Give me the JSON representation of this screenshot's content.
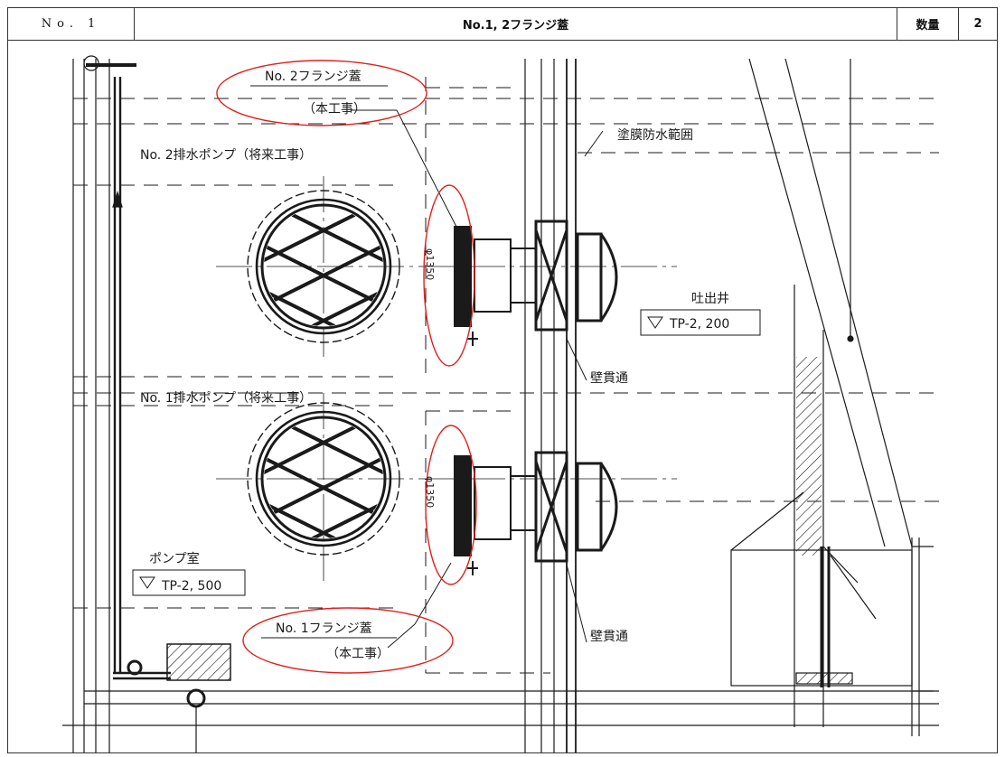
{
  "header": {
    "number": "No. 1",
    "title": "No.1, 2フランジ蓋",
    "quantity_label": "数量",
    "quantity_value": "2"
  },
  "drawing": {
    "callout_no2_flange": "No. 2フランジ蓋",
    "callout_no2_work": "（本工事）",
    "label_paint_waterproof": "塗膜防水範囲",
    "label_no2_pump": "No. 2排水ポンプ（将来工事）",
    "label_no1_pump": "No. 1排水ポンプ（将来工事）",
    "label_discharge_well": "吐出井",
    "level_discharge": "TP-2, 200",
    "label_wall_penetration_upper": "壁貫通",
    "label_wall_penetration_lower": "壁貫通",
    "label_pump_room": "ポンプ室",
    "level_pump_room": "TP-2, 500",
    "callout_no1_flange": "No. 1フランジ蓋",
    "callout_no1_work": "（本工事）",
    "dim_upper": "φ1350",
    "dim_lower": "φ1350",
    "colors": {
      "line": "#1a1a1a",
      "highlight": "#e0201c"
    }
  }
}
